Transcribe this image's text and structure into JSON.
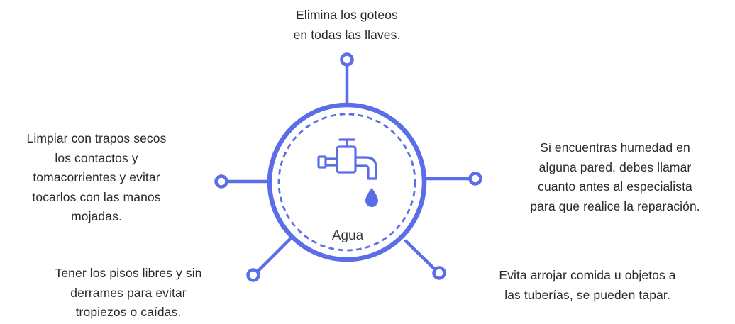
{
  "center": {
    "label": "Agua",
    "icon": "faucet-drop-icon"
  },
  "colors": {
    "accent": "#5b6ee8",
    "text": "#2a2a2a",
    "background": "#ffffff"
  },
  "tips": {
    "top": {
      "lines": [
        "Elimina los goteos",
        "en todas las llaves."
      ]
    },
    "left": {
      "lines": [
        "Limpiar con trapos secos",
        "los contactos y",
        "tomacorrientes y evitar",
        "tocarlos con las manos",
        "mojadas."
      ]
    },
    "right": {
      "lines": [
        "Si encuentras humedad en",
        "alguna pared, debes llamar",
        "cuanto antes al especialista",
        "para que realice la reparación."
      ]
    },
    "bottom_left": {
      "lines": [
        "Tener los pisos libres y sin",
        "derrames para evitar",
        "tropiezos o caídas."
      ]
    },
    "bottom_right": {
      "lines": [
        "Evita arrojar comida u objetos a",
        "las tuberías, se pueden tapar."
      ]
    }
  }
}
